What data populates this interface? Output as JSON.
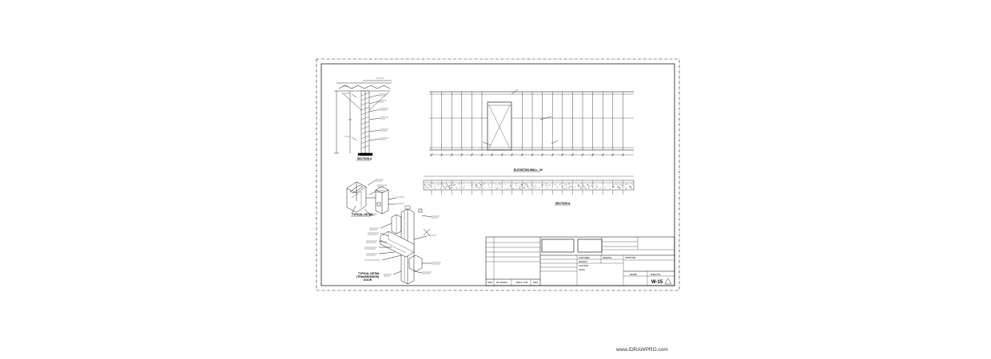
{
  "drawing": {
    "sheet_number": "W-15",
    "titles": {
      "section_left": "SECTION A",
      "elevation": "ELEVATION WALL - W",
      "section_bottom": "SECTION A",
      "typical_detail": "TYPICAL DETAIL",
      "typical_detail_2_line1": "TYPICAL DETAIL",
      "typical_detail_2_line2": "(TRANSMISSION)",
      "typical_detail_2_line3": "DOOR"
    },
    "title_block": {
      "rev_col1": "DATE",
      "rev_col2": "PE. DRAWN",
      "rev_col3": "CHECK / FOR",
      "rev_col4": "DATE",
      "info_labels": [
        "CUSTOMER",
        "PROJECT",
        "LOCATION",
        "SCALE"
      ],
      "mid_labels": [
        "DRAWING",
        "APPROVED"
      ],
      "right_labels": [
        "DRAWN",
        "SHEET NO."
      ]
    }
  },
  "watermark": "www.iDRAWPRO.com"
}
